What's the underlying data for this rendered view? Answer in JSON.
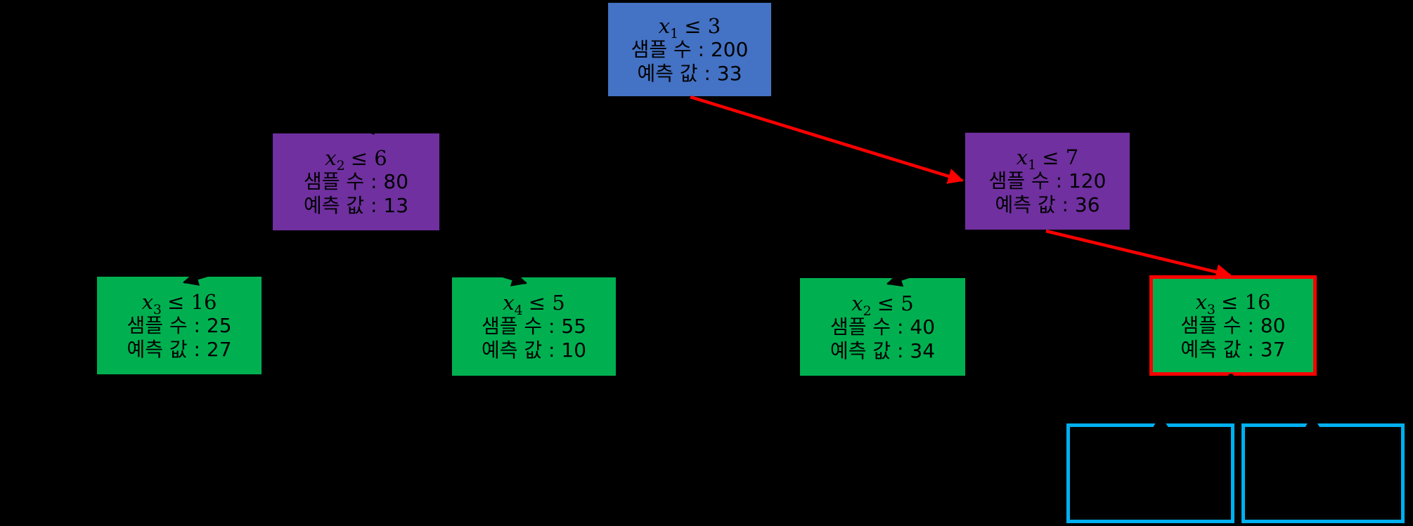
{
  "diagram": {
    "kind": "decision-tree",
    "background_color": "#000000",
    "colors": {
      "root_node_fill": "#4472C4",
      "internal_node_fill": "#7030A0",
      "leaf_node_fill": "#00B050",
      "highlight_border": "#FF0000",
      "highlight_arrow": "#FF0000",
      "default_arrow": "#000000",
      "empty_node_border": "#00B0F0",
      "node_text": "#000000"
    },
    "nodes": [
      {
        "id": "root",
        "condition": {
          "base": "x",
          "sub": "1",
          "rel": "≤ 3"
        },
        "samples": "샘플 수 : 200",
        "prediction": "예측 값 : 33"
      },
      {
        "id": "left-child",
        "condition": {
          "base": "x",
          "sub": "2",
          "rel": "≤ 6"
        },
        "samples": "샘플 수 : 80",
        "prediction": "예측 값 : 13"
      },
      {
        "id": "right-child",
        "condition": {
          "base": "x",
          "sub": "1",
          "rel": "≤ 7"
        },
        "samples": "샘플 수 : 120",
        "prediction": "예측 값 : 36"
      },
      {
        "id": "leaf-1",
        "condition": {
          "base": "x",
          "sub": "3",
          "rel": "≤ 16"
        },
        "samples": "샘플 수 : 25",
        "prediction": "예측 값 : 27"
      },
      {
        "id": "leaf-2",
        "condition": {
          "base": "x",
          "sub": "4",
          "rel": "≤ 5"
        },
        "samples": "샘플 수 : 55",
        "prediction": "예측 값 : 10"
      },
      {
        "id": "leaf-3",
        "condition": {
          "base": "x",
          "sub": "2",
          "rel": "≤ 5"
        },
        "samples": "샘플 수 : 40",
        "prediction": "예측 값 : 34"
      },
      {
        "id": "leaf-4",
        "condition": {
          "base": "x",
          "sub": "3",
          "rel": "≤ 16"
        },
        "samples": "샘플 수 : 80",
        "prediction": "예측 값 : 37",
        "highlighted": true
      }
    ],
    "empty_nodes": [
      {
        "id": "empty-leaf-left"
      },
      {
        "id": "empty-leaf-right"
      }
    ],
    "highlighted_path": [
      "root",
      "right-child",
      "leaf-4"
    ]
  }
}
